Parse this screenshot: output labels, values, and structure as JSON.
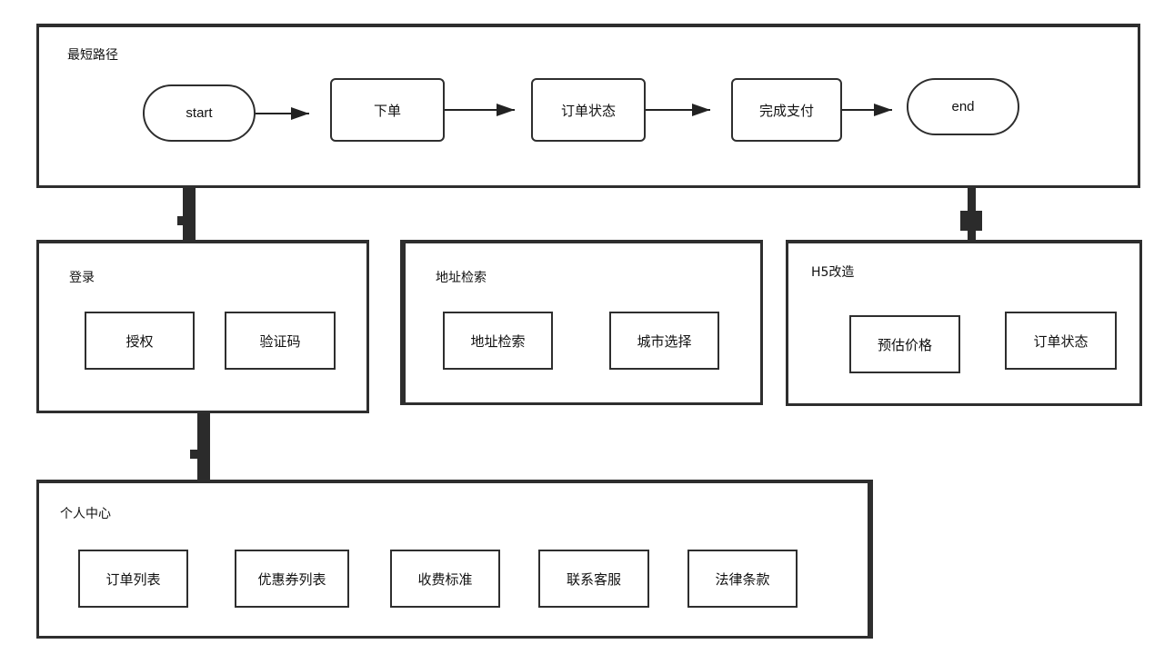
{
  "shortest_path": {
    "title": "最短路径",
    "nodes": [
      "start",
      "下单",
      "订单状态",
      "完成支付",
      "end"
    ]
  },
  "login": {
    "title": "登录",
    "items": [
      "授权",
      "验证码"
    ]
  },
  "address": {
    "title": "地址检索",
    "items": [
      "地址检索",
      "城市选择"
    ]
  },
  "h5": {
    "title": "H5改造",
    "items": [
      "预估价格",
      "订单状态"
    ]
  },
  "personal": {
    "title": "个人中心",
    "items": [
      "订单列表",
      "优惠券列表",
      "收费标准",
      "联系客服",
      "法律条款"
    ]
  }
}
